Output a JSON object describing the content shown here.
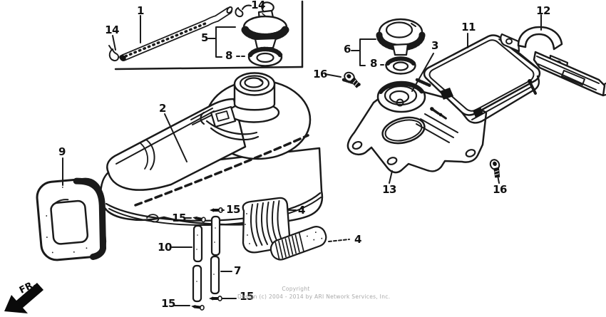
{
  "diagram": {
    "front_marker": "FR.",
    "watermark": {
      "line1": "Copyright",
      "line2": "Design (c) 2004 - 2014 by ARI Network Services, Inc."
    },
    "colors": {
      "line": "#1a1a1a",
      "fill": "#ffffff",
      "watermark": "#a9a9a9"
    },
    "part_labels": [
      {
        "part": "1"
      },
      {
        "part": "14"
      },
      {
        "part": "14"
      },
      {
        "part": "5"
      },
      {
        "part": "8"
      },
      {
        "part": "2"
      },
      {
        "part": "9"
      },
      {
        "part": "15"
      },
      {
        "part": "15"
      },
      {
        "part": "10"
      },
      {
        "part": "7"
      },
      {
        "part": "15"
      },
      {
        "part": "15"
      },
      {
        "part": "4"
      },
      {
        "part": "4"
      },
      {
        "part": "6"
      },
      {
        "part": "8"
      },
      {
        "part": "16"
      },
      {
        "part": "3"
      },
      {
        "part": "11"
      },
      {
        "part": "12"
      },
      {
        "part": "13"
      },
      {
        "part": "16"
      }
    ]
  }
}
